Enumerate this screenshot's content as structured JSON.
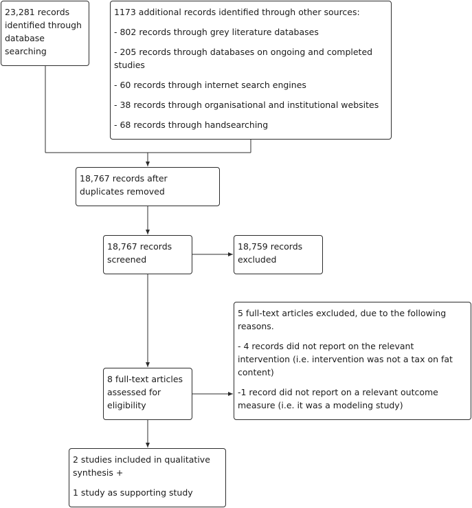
{
  "boxes": {
    "database_search": "23,281 records identified through database searching",
    "other_sources": {
      "heading": "1173 additional records identified through other sources:",
      "items": [
        "- 802 records through grey literature databases",
        "- 205 records through databases on ongoing and completed studies",
        "- 60 records through internet search engines",
        "- 38 records through organisational and institutional websites",
        "- 68 records through handsearching"
      ]
    },
    "duplicates_removed": "18,767 records after duplicates removed",
    "screened": "18,767 records screened",
    "excluded": "18,759 records excluded",
    "fulltext_assessed": "8 full-text articles assessed for eligibility",
    "fulltext_excluded": {
      "heading": "5 full-text articles excluded, due to the following reasons.",
      "items": [
        "- 4 records did not report on the relevant intervention (i.e. intervention was not a tax on fat content)",
        "-1 record did not report on a relevant outcome measure (i.e. it was a modeling study)"
      ]
    },
    "included": {
      "line1": "2 studies included in qualitative synthesis +",
      "line2": "1 study as supporting study"
    }
  },
  "colors": {
    "stroke": "#2b2b2b",
    "text": "#1a1a1a",
    "background": "#ffffff"
  }
}
